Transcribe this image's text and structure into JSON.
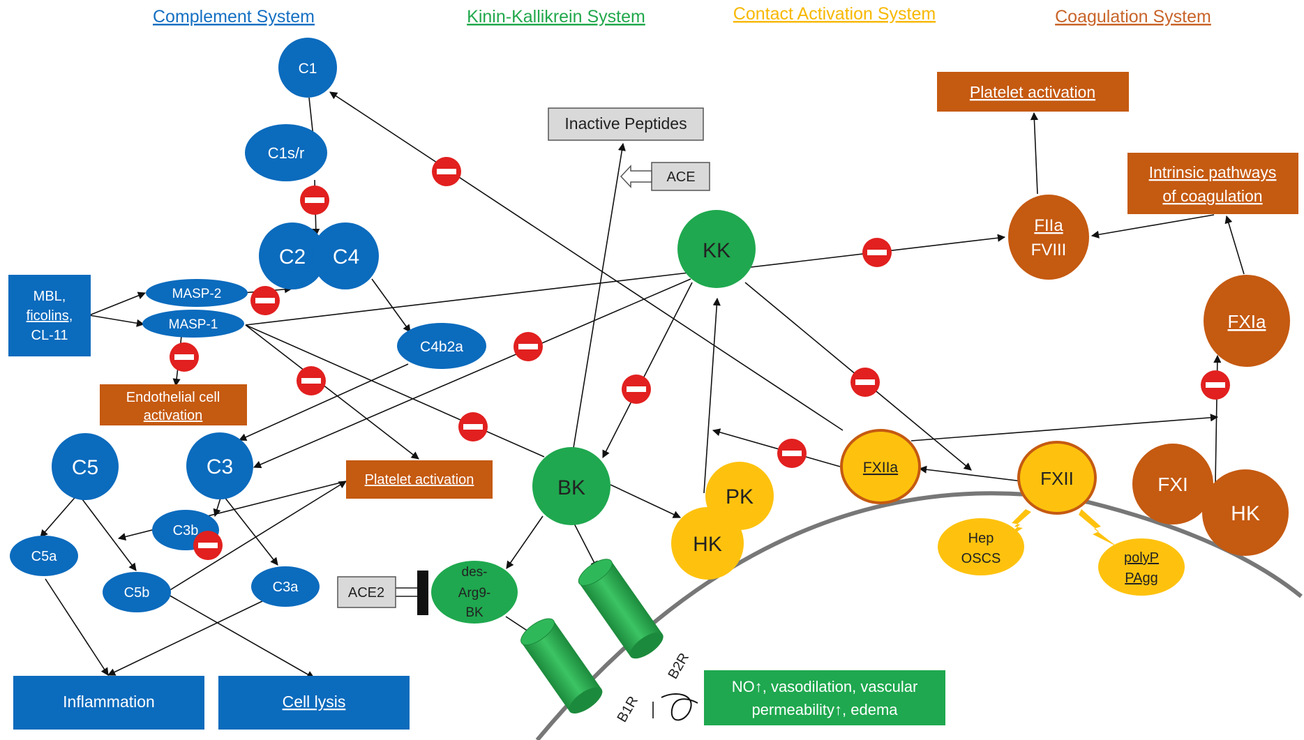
{
  "systems": {
    "complement": "Complement System",
    "kinin": "Kinin-Kallikrein System",
    "contact": "Contact Activation System",
    "coagulation": "Coagulation System"
  },
  "colors": {
    "blue": "#0b6bbd",
    "green": "#1fa84f",
    "yellow": "#fec20e",
    "brown": "#c55a11",
    "red": "#e1201f",
    "gray_box": "#d9d9d9",
    "complement_title": "#1570c2",
    "kinin_title": "#21a84c",
    "contact_title": "#f7b800",
    "coag_title": "#c8642a"
  },
  "nodes": {
    "c1": "C1",
    "c1sr": "C1s/r",
    "c2": "C2",
    "c4": "C4",
    "mbl": [
      "MBL,",
      "ficolins,",
      "CL-11"
    ],
    "masp2": "MASP-2",
    "masp1": "MASP-1",
    "c4b2a": "C4b2a",
    "endothelial": [
      "Endothelial cell",
      "activation"
    ],
    "c5": "C5",
    "c3": "C3",
    "c3b": "C3b",
    "c5a": "C5a",
    "c5b": "C5b",
    "c3a": "C3a",
    "platelet_mid": "Platelet activation",
    "inflammation": "Inflammation",
    "cell_lysis": "Cell lysis",
    "inactive": "Inactive Peptides",
    "ace": "ACE",
    "ace2": "ACE2",
    "kk": "KK",
    "bk": "BK",
    "desarg": [
      "des-",
      "Arg9-",
      "BK"
    ],
    "b1r": "B1R",
    "b2r": "B2R",
    "no_box": [
      "NO↑, vasodilation, vascular",
      "permeability↑, edema"
    ],
    "pk": "PK",
    "hk": "HK",
    "fxiia": "FXIIa",
    "fxii": "FXII",
    "hep": [
      "Hep",
      "OSCS"
    ],
    "polyp": [
      "polyP",
      "PAgg"
    ],
    "platelet_top": "Platelet activation",
    "intrinsic": [
      "Intrinsic pathways",
      "of coagulation"
    ],
    "fiia": [
      "FIIa",
      "FVIII"
    ],
    "fxia": "FXIa",
    "fxi": "FXI",
    "hk2": "HK"
  }
}
